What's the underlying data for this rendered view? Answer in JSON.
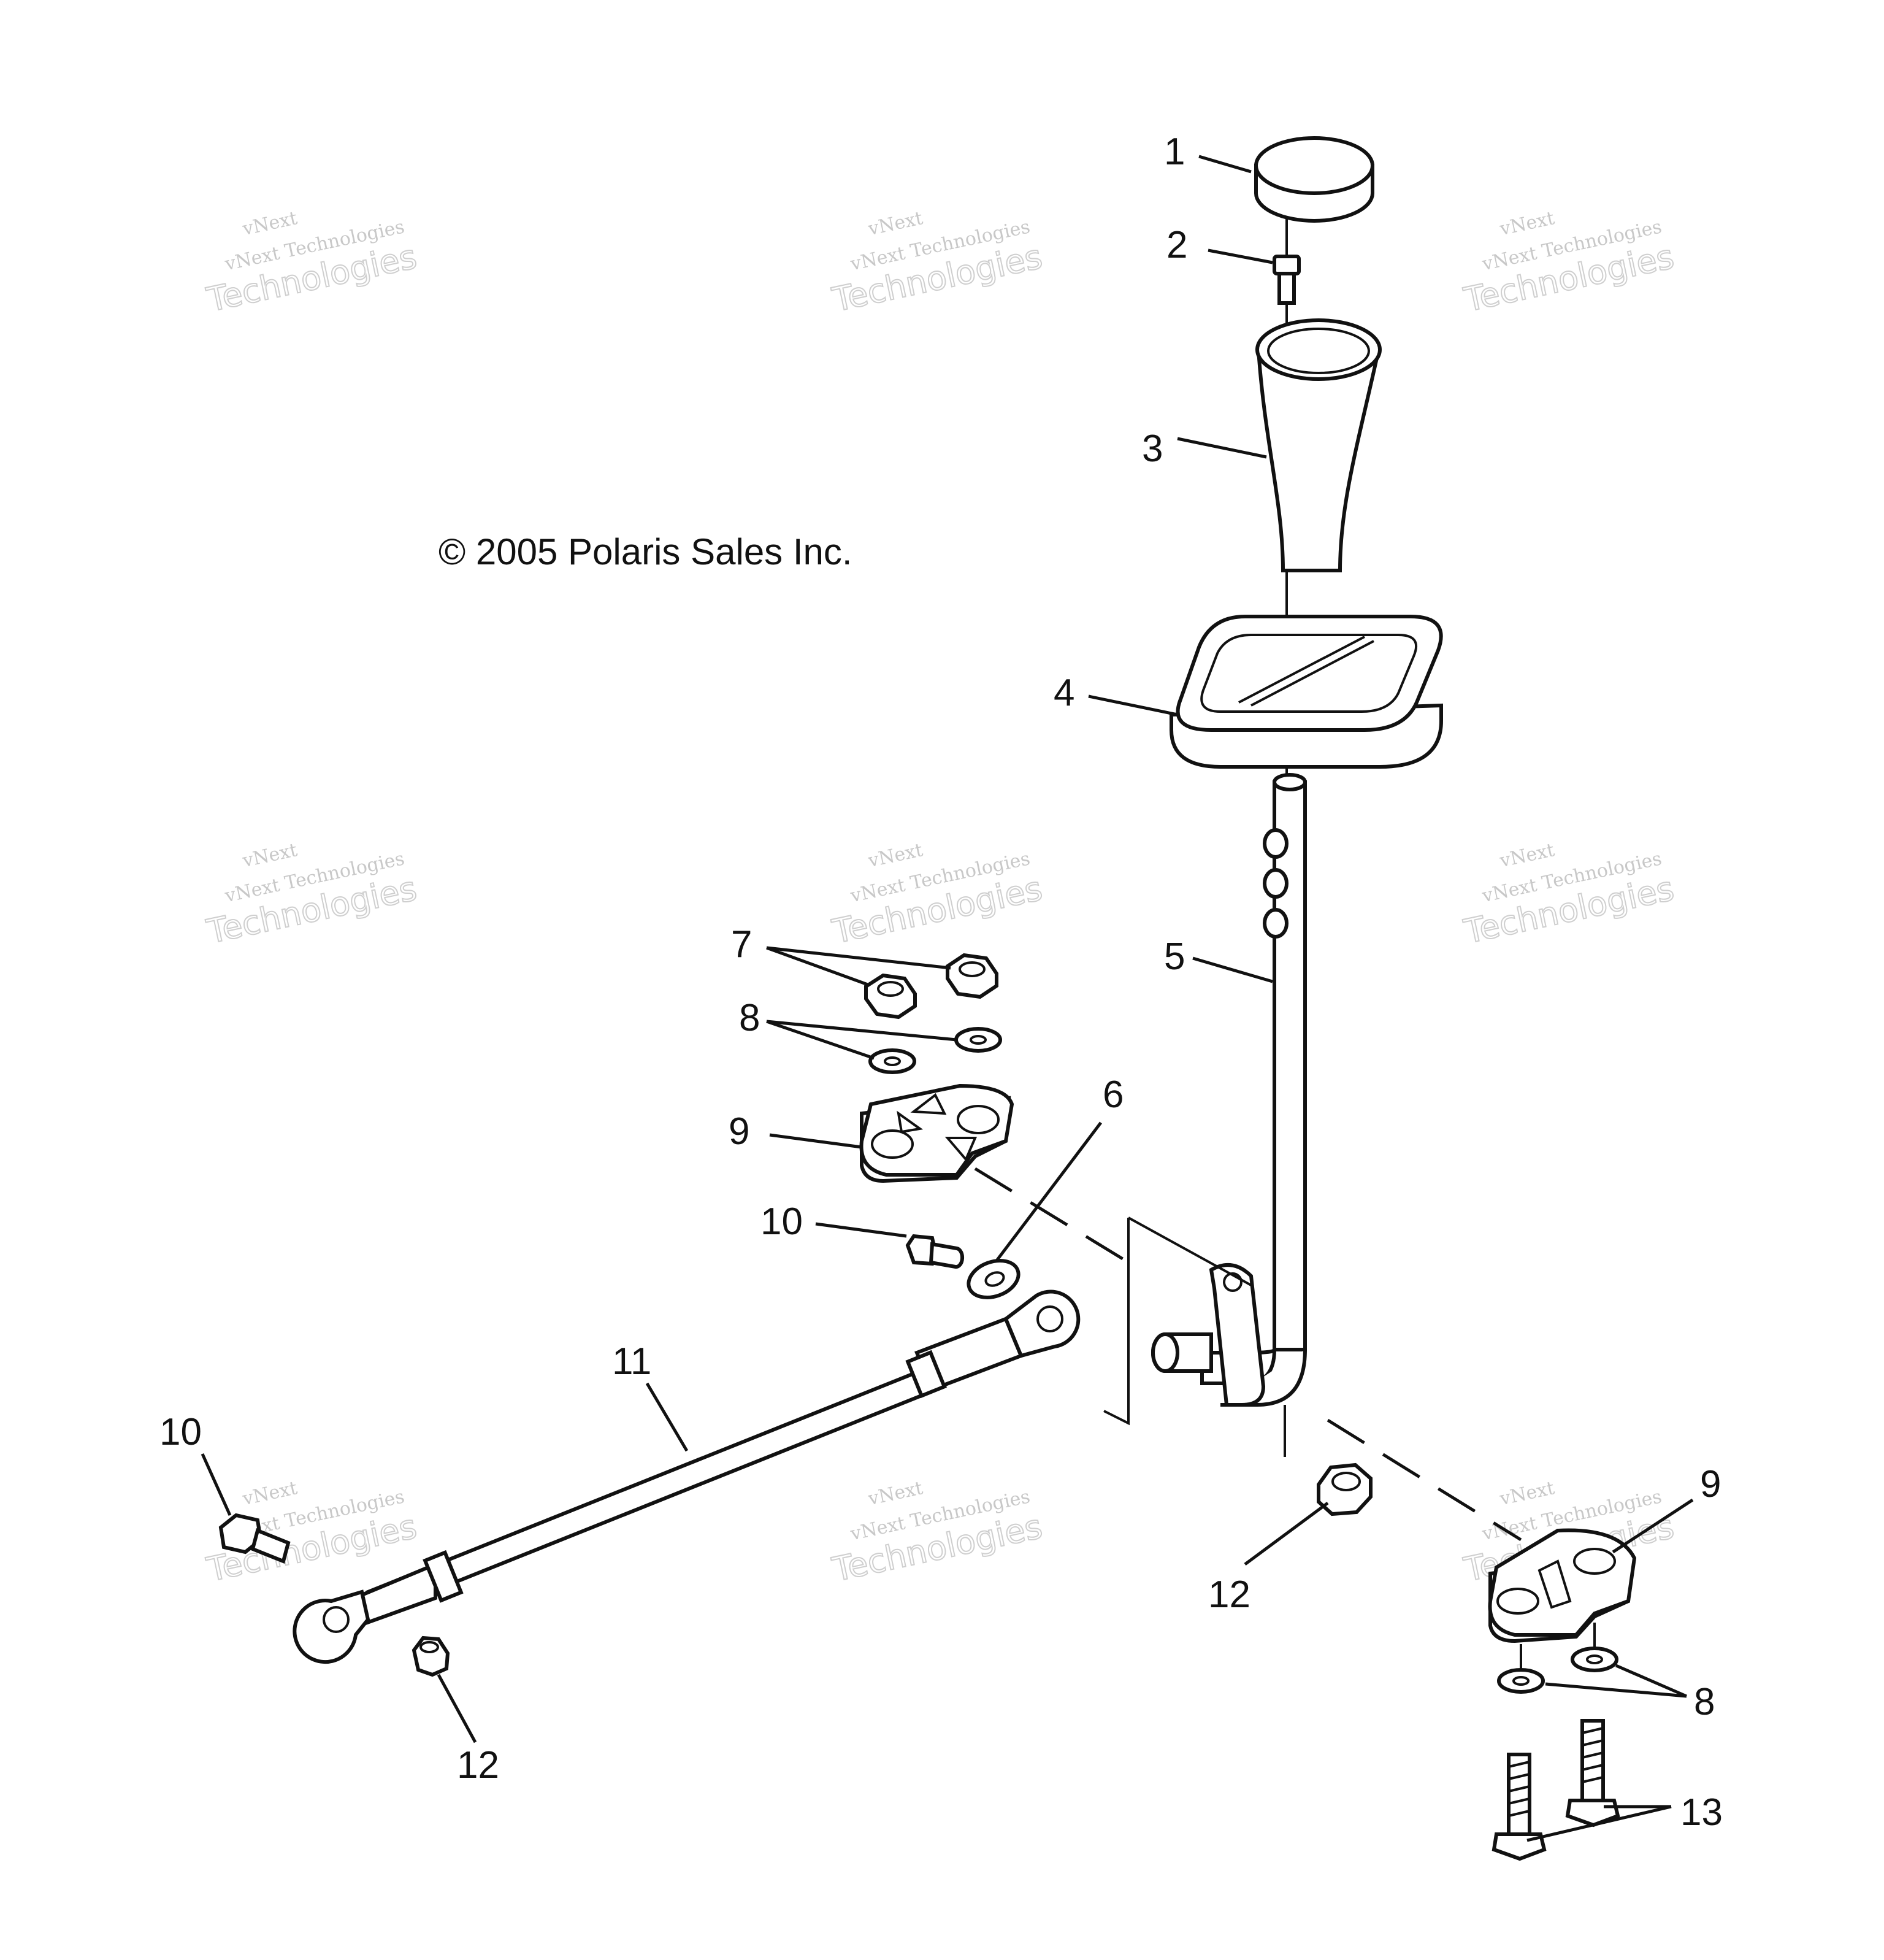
{
  "copyright": "© 2005 Polaris Sales Inc.",
  "watermark": {
    "line1": "vNext",
    "line2": "vNext Technologies",
    "line3": "Technologies"
  },
  "callouts": {
    "c1": "1",
    "c2": "2",
    "c3": "3",
    "c4": "4",
    "c5": "5",
    "c6": "6",
    "c7": "7",
    "c8a": "8",
    "c8b": "8",
    "c9a": "9",
    "c9b": "9",
    "c10a": "10",
    "c10b": "10",
    "c11": "11",
    "c12a": "12",
    "c12b": "12",
    "c13": "13"
  }
}
